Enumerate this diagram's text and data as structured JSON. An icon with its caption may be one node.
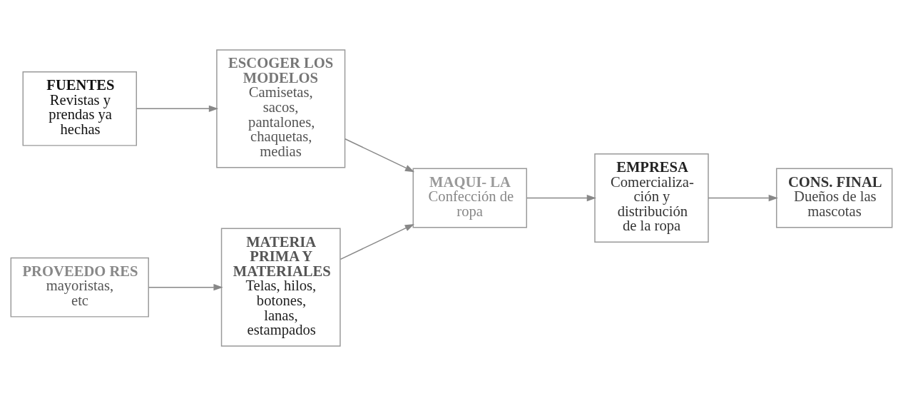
{
  "diagram": {
    "nodes": [
      {
        "text": [
          "FUENTES",
          "Revistas y prendas ya hechas"
        ]
      },
      {
        "text": [
          "ESCOGER LOS MODELOS",
          "Camisetas, sacos, pantalones, chaquetas, medias"
        ]
      },
      {
        "text": [
          "PROVEEDO RES",
          "mayoristas, etc"
        ]
      },
      {
        "text": [
          "MATERIA PRIMA Y MATERIALES",
          "Telas, hilos, botones, lanas, estampados"
        ]
      },
      {
        "text": [
          "MAQUI- LA",
          "Confección de ropa"
        ]
      },
      {
        "text": [
          "EMPRESA",
          "Comercializa- ción y distribución de la ropa"
        ]
      },
      {
        "text": [
          "CONS. FINAL",
          "Dueños de las mascotas"
        ]
      }
    ],
    "edges": [
      {
        "from": 0,
        "to": 1,
        "arrow": "to"
      },
      {
        "from": 2,
        "to": 3,
        "arrow": "to"
      },
      {
        "from": 1,
        "to": 4,
        "arrow": "to"
      },
      {
        "from": 3,
        "to": 4,
        "arrow": "to"
      },
      {
        "from": 4,
        "to": 5,
        "arrow": "to"
      },
      {
        "from": 5,
        "to": 6,
        "arrow": "to"
      }
    ]
  }
}
